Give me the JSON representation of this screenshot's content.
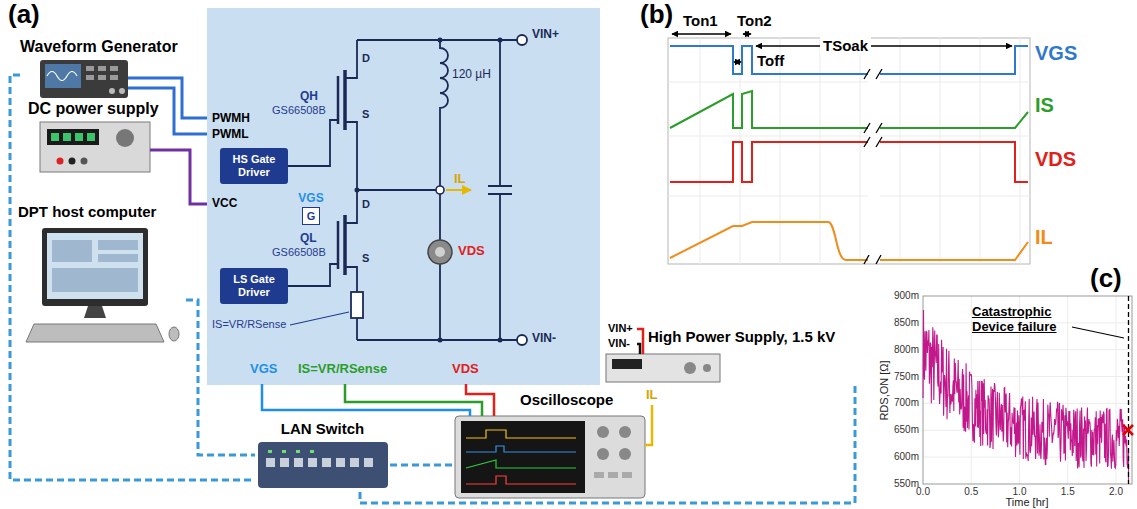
{
  "diagram": {
    "nodes": [
      {
        "text": [
          "Waveform Generator"
        ]
      },
      {
        "text": [
          "DC power supply"
        ]
      },
      {
        "text": [
          "DPT host computer"
        ]
      },
      {
        "text": [
          "HS Gate Driver"
        ]
      },
      {
        "text": [
          "VGS",
          "G"
        ]
      },
      {
        "text": [
          "LS Gate Driver"
        ]
      },
      {
        "text": [
          "High Power Supply, 1.5 kV"
        ]
      },
      {
        "text": [
          "Oscilloscope"
        ]
      },
      {
        "text": [
          "LAN Switch"
        ]
      }
    ],
    "edges": [
      {
        "from": 0,
        "to": 8,
        "arrow": "none"
      },
      {
        "from": 2,
        "to": 8,
        "arrow": "none"
      },
      {
        "from": 8,
        "to": 7,
        "arrow": "none"
      },
      {
        "from": 8,
        "to": 6,
        "arrow": "none"
      }
    ],
    "labels": [
      "(a)",
      "(b)",
      "(c)",
      "PWMH",
      "PWML",
      "VCC",
      "QH",
      "GS66508B",
      "D",
      "S",
      "QL",
      "GS66508B",
      "D",
      "S",
      "120 µH",
      "VIN+",
      "IL",
      "VDS",
      "IS=VR/RSense",
      "VIN-",
      "VGS",
      "IS=VR/RSense",
      "VDS",
      "VIN+",
      "VIN-",
      "IL",
      "Ton1",
      "Ton2",
      "Toff",
      "TSoak",
      "VGS",
      "IS",
      "VDS",
      "IL",
      "900m",
      "850m",
      "800m",
      "750m",
      "700m",
      "650m",
      "600m",
      "550m",
      "0.0",
      "0.5",
      "1.0",
      "1.5",
      "2.0",
      "Time [hr]",
      "RDS,ON [Ω]",
      "Catastrophic Device failure"
    ]
  }
}
